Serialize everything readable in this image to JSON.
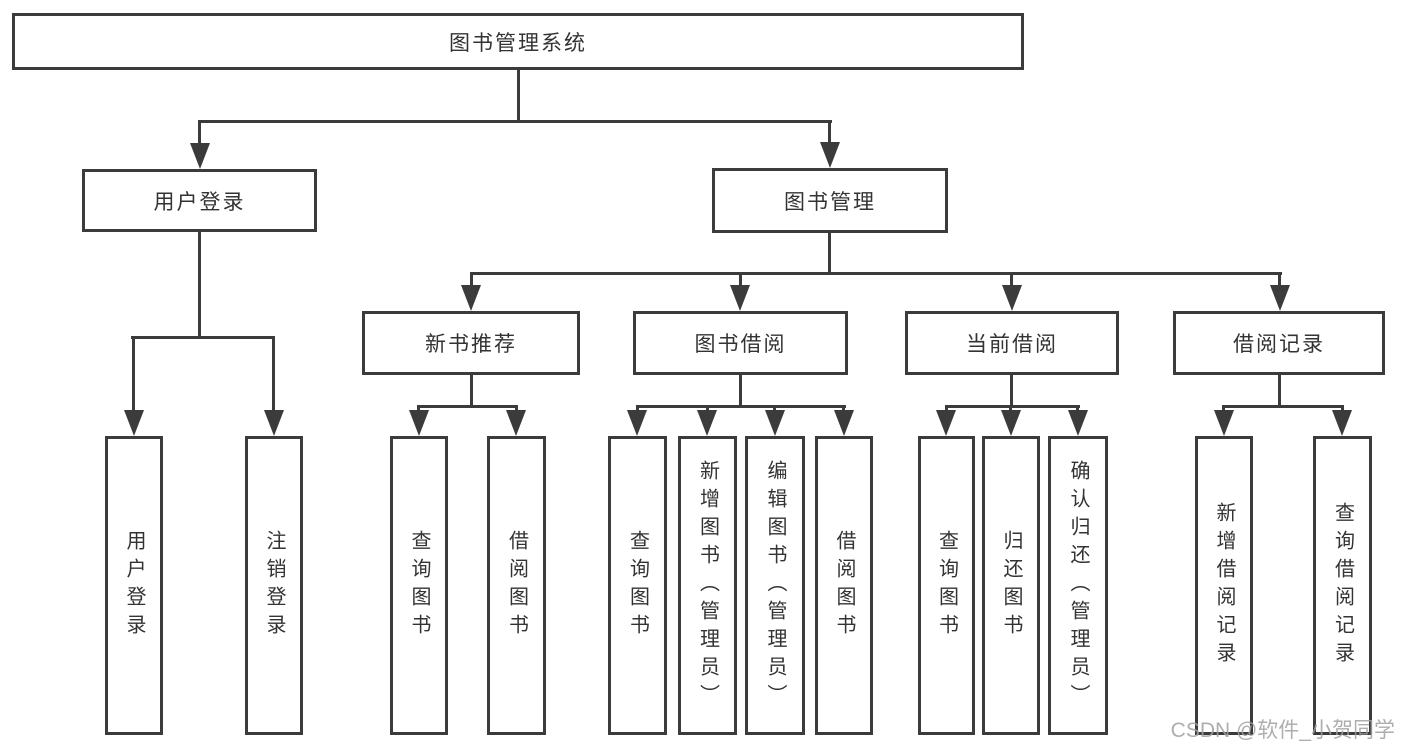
{
  "diagram": {
    "type": "hierarchy-tree",
    "root": {
      "label": "图书管理系统"
    },
    "branches": [
      {
        "label": "用户登录",
        "children": [
          {
            "label": "用户登录"
          },
          {
            "label": "注销登录"
          }
        ]
      },
      {
        "label": "图书管理",
        "children": [
          {
            "label": "新书推荐",
            "children": [
              {
                "label": "查询图书"
              },
              {
                "label": "借阅图书"
              }
            ]
          },
          {
            "label": "图书借阅",
            "children": [
              {
                "label": "查询图书"
              },
              {
                "label": "新增图书（管理员）"
              },
              {
                "label": "编辑图书（管理员）"
              },
              {
                "label": "借阅图书"
              }
            ]
          },
          {
            "label": "当前借阅",
            "children": [
              {
                "label": "查询图书"
              },
              {
                "label": "归还图书"
              },
              {
                "label": "确认归还（管理员）"
              }
            ]
          },
          {
            "label": "借阅记录",
            "children": [
              {
                "label": "新增借阅记录"
              },
              {
                "label": "查询借阅记录"
              }
            ]
          }
        ]
      }
    ],
    "watermark": "CSDN @软件_小贺同学",
    "colors": {
      "line": "#3b3b3b",
      "text": "#333333",
      "background": "#ffffff",
      "watermark": "#a0a0a0"
    }
  }
}
